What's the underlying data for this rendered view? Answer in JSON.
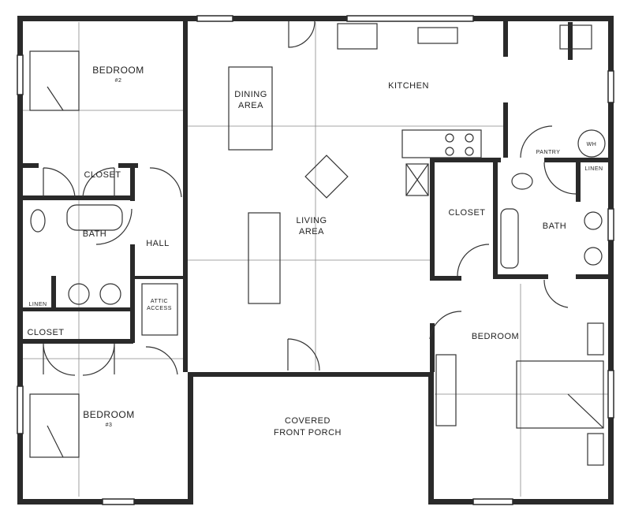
{
  "rooms": {
    "bedroom2": {
      "name": "BEDROOM",
      "number": "#2"
    },
    "dining": {
      "line1": "DINING",
      "line2": "AREA"
    },
    "kitchen": "KITCHEN",
    "closet_left_top": "CLOSET",
    "bath_left": "BATH",
    "hall": "HALL",
    "linen_left": "LINEN",
    "attic": {
      "line1": "ATTIC",
      "line2": "ACCESS"
    },
    "closet_left_bottom": "CLOSET",
    "bedroom3": {
      "name": "BEDROOM",
      "number": "#3"
    },
    "living": {
      "line1": "LIVING",
      "line2": "AREA"
    },
    "porch": {
      "line1": "COVERED",
      "line2": "FRONT PORCH"
    },
    "pantry": "PANTRY",
    "wh": "WH",
    "linen_right": "LINEN",
    "closet_right": "CLOSET",
    "bath_right": "BATH",
    "bedroom_master": "BEDROOM"
  }
}
